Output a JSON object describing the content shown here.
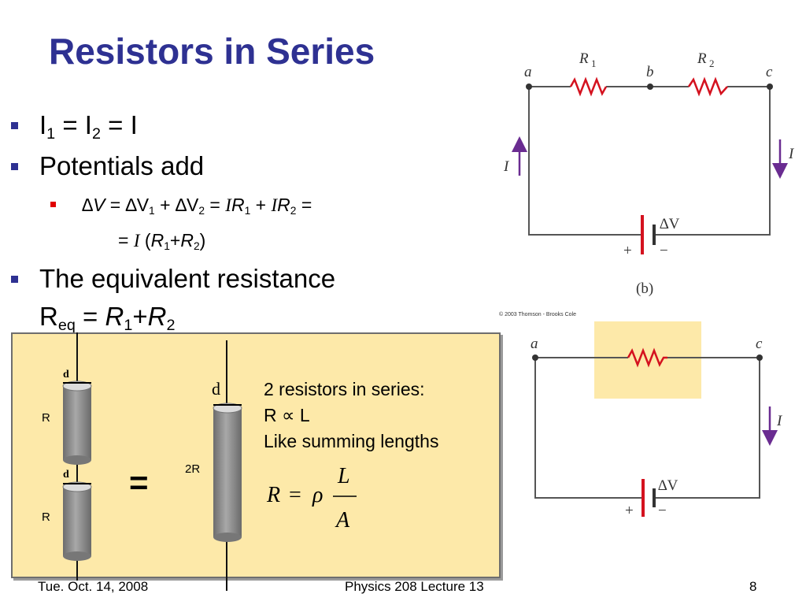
{
  "slide": {
    "title": "Resistors in Series",
    "bullet1": {
      "p1": "I",
      "s1": "1",
      "p2": " = I",
      "s2": "2",
      "p3": " = I"
    },
    "bullet2": "Potentials add",
    "subbullet": {
      "dv": "∆V",
      "eq1": " = ∆V",
      "s1": "1",
      "plus1": " + ∆V",
      "s2": "2",
      "eq2": " = ",
      "i1": "I",
      "r1": "R",
      "s3": "1",
      "plus2": " + ",
      "i2": "I",
      "r2": "R",
      "s4": "2",
      "eq3": " =",
      "line2_eq": "= ",
      "line2_i": "I",
      "line2_open": " (",
      "line2_r1": "R",
      "line2_s1": "1",
      "line2_plus": "+",
      "line2_r2": "R",
      "line2_s2": "2",
      "line2_close": ")"
    },
    "bullet3": {
      "line1": "The equivalent resistance",
      "r": "R",
      "sub": "eq",
      "eq": " = ",
      "r1": "R",
      "s1": "1",
      "plus": "+",
      "r2": "R",
      "s2": "2"
    }
  },
  "figure_b": {
    "node_a": "a",
    "node_b": "b",
    "node_c": "c",
    "r1": "R",
    "r1_sub": "1",
    "r2": "R",
    "r2_sub": "2",
    "current": "I",
    "delta_v": "∆V",
    "plus": "+",
    "minus": "−",
    "label": "(b)"
  },
  "figure_equiv": {
    "credit": "© 2003 Thomson - Brooks Cole",
    "node_a": "a",
    "node_c": "c",
    "current": "I",
    "delta_v": "∆V",
    "plus": "+",
    "minus": "−"
  },
  "panel": {
    "d1": "d",
    "d2": "d",
    "d3": "d",
    "r_top": "R",
    "r_bottom": "R",
    "r_long": "2R",
    "equals": "=",
    "text1": "2 resistors in series:",
    "text2": "R ∝ L",
    "text3": "Like summing lengths",
    "formula": {
      "lhs": "R",
      "eq": "=",
      "rho": "ρ",
      "num": "L",
      "den": "A"
    }
  },
  "footer": {
    "date": "Tue. Oct. 14, 2008",
    "lecture": "Physics 208 Lecture 13",
    "page": "8"
  },
  "colors": {
    "title": "#2e3192",
    "resistor": "#d4121f",
    "arrow": "#6a2c91",
    "panel": "#fde9a9"
  }
}
